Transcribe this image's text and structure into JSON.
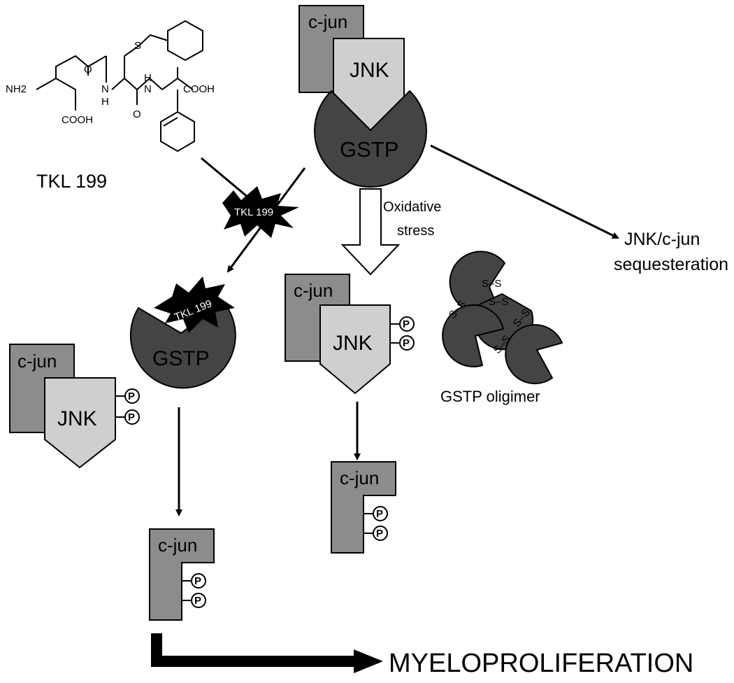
{
  "molecule": {
    "name": "TKL 199",
    "atoms": {
      "nh2": "NH2",
      "cooh": "COOH",
      "s": "S",
      "o": "O",
      "nh": "N",
      "h": "H"
    }
  },
  "labels": {
    "cjun": "c-jun",
    "jnk": "JNK",
    "gstp": "GSTP",
    "p": "P",
    "tkl_burst": "TKL 199",
    "oxidative_stress": [
      "Oxidative",
      "stress"
    ],
    "sequestration": [
      "JNK/c-jun",
      "sequesteration"
    ],
    "oligomer": "GSTP oligimer",
    "disulfide": "S–S",
    "outcome": "MYELOPROLIFERATION"
  },
  "colors": {
    "gstp_fill": "#444444",
    "cjun_fill": "#8c8c8c",
    "jnk_fill": "#cfcfcf",
    "line": "#000000"
  }
}
